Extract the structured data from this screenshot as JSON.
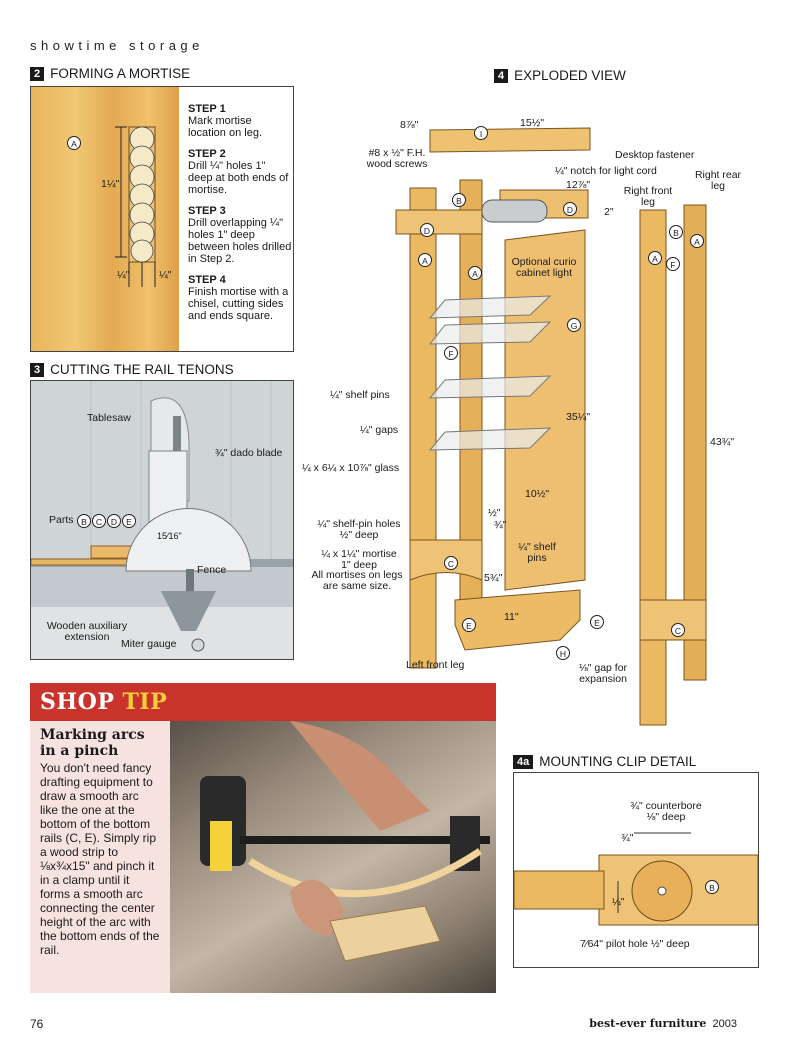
{
  "header": {
    "kicker": "showtime storage"
  },
  "sections": {
    "mortise": {
      "num": "2",
      "title": "FORMING A MORTISE"
    },
    "tenons": {
      "num": "3",
      "title": "CUTTING THE RAIL TENONS"
    },
    "exploded": {
      "num": "4",
      "title": "EXPLODED VIEW"
    },
    "clip": {
      "num": "4a",
      "title": "MOUNTING CLIP DETAIL"
    }
  },
  "mortise": {
    "part": "A",
    "dim_height": "1¼\"",
    "dim_w1": "¼\"",
    "dim_w2": "¼\"",
    "steps": [
      {
        "h": "STEP 1",
        "t": "Mark mortise location on leg."
      },
      {
        "h": "STEP 2",
        "t": "Drill ¼\" holes 1\" deep at both ends of mortise."
      },
      {
        "h": "STEP 3",
        "t": "Drill overlapping ¼\" holes 1\" deep between holes drilled in Step 2."
      },
      {
        "h": "STEP 4",
        "t": "Finish mortise with a chisel, cutting sides and ends square."
      }
    ]
  },
  "tenons": {
    "tablesaw": "Tablesaw",
    "dado": "¾\" dado blade",
    "parts": "Parts",
    "parts_ids": [
      "B",
      "C",
      "D",
      "E"
    ],
    "depth": "15⁄16\"",
    "fence": "Fence",
    "aux": "Wooden auxiliary extension",
    "miter": "Miter gauge"
  },
  "exploded": {
    "dim_top_left": "8⅞\"",
    "dim_top_right": "15½\"",
    "screws": "#8 x ½\" F.H. wood screws",
    "notch": "¼\" notch for light cord",
    "dim_1278": "12⅞\"",
    "dim_2": "2\"",
    "desktop": "Desktop fastener",
    "right_rear": "Right rear leg",
    "right_front": "Right front leg",
    "curio": "Optional curio cabinet light",
    "shelf_pins": "¼\" shelf pins",
    "gaps": "¼\" gaps",
    "glass": "¼ x 6¼ x 10⅞\" glass",
    "dim_3514": "35¼\"",
    "dim_4334": "43¾\"",
    "dim_1012": "10½\"",
    "dim_half": "½\"",
    "dim_34": "¾\"",
    "pin_holes": "¼\" shelf-pin holes ½\" deep",
    "mortise": "¼ x 1¼\" mortise 1\" deep",
    "all_mortises": "All mortises on legs are same size.",
    "shelf_pins2": "¼\" shelf pins",
    "dim_534": "5¾\"",
    "dim_11": "11\"",
    "left_front": "Left front leg",
    "gap": "⅛\" gap for expansion",
    "parts": [
      "I",
      "B",
      "D",
      "D",
      "A",
      "A",
      "F",
      "G",
      "C",
      "E",
      "E",
      "H",
      "A",
      "B",
      "A",
      "F",
      "C"
    ]
  },
  "clip": {
    "counterbore": "¾\" counterbore ⅛\" deep",
    "dim_34": "¾\"",
    "dim_14": "¼\"",
    "part": "B",
    "pilot": "7⁄64\" pilot hole ½\" deep"
  },
  "shop_tip": {
    "head_a": "SHOP ",
    "head_b": "TIP",
    "title": "Marking arcs in a pinch",
    "text": "You don't need fancy drafting equipment to draw a smooth arc like the one at the bottom of the bottom rails (C, E). Simply rip a wood strip to ⅛x¾x15\" and pinch it in a clamp until it forms a smooth arc connecting the center height of the arc with the bottom ends of the rail."
  },
  "footer": {
    "page": "76",
    "mag": "best-ever furniture",
    "year": "2003"
  },
  "colors": {
    "wood": "#ecbb64",
    "tip_red": "#c9332b",
    "tip_bg": "#f6e3e0",
    "tip_yellow": "#f4cf3a"
  }
}
